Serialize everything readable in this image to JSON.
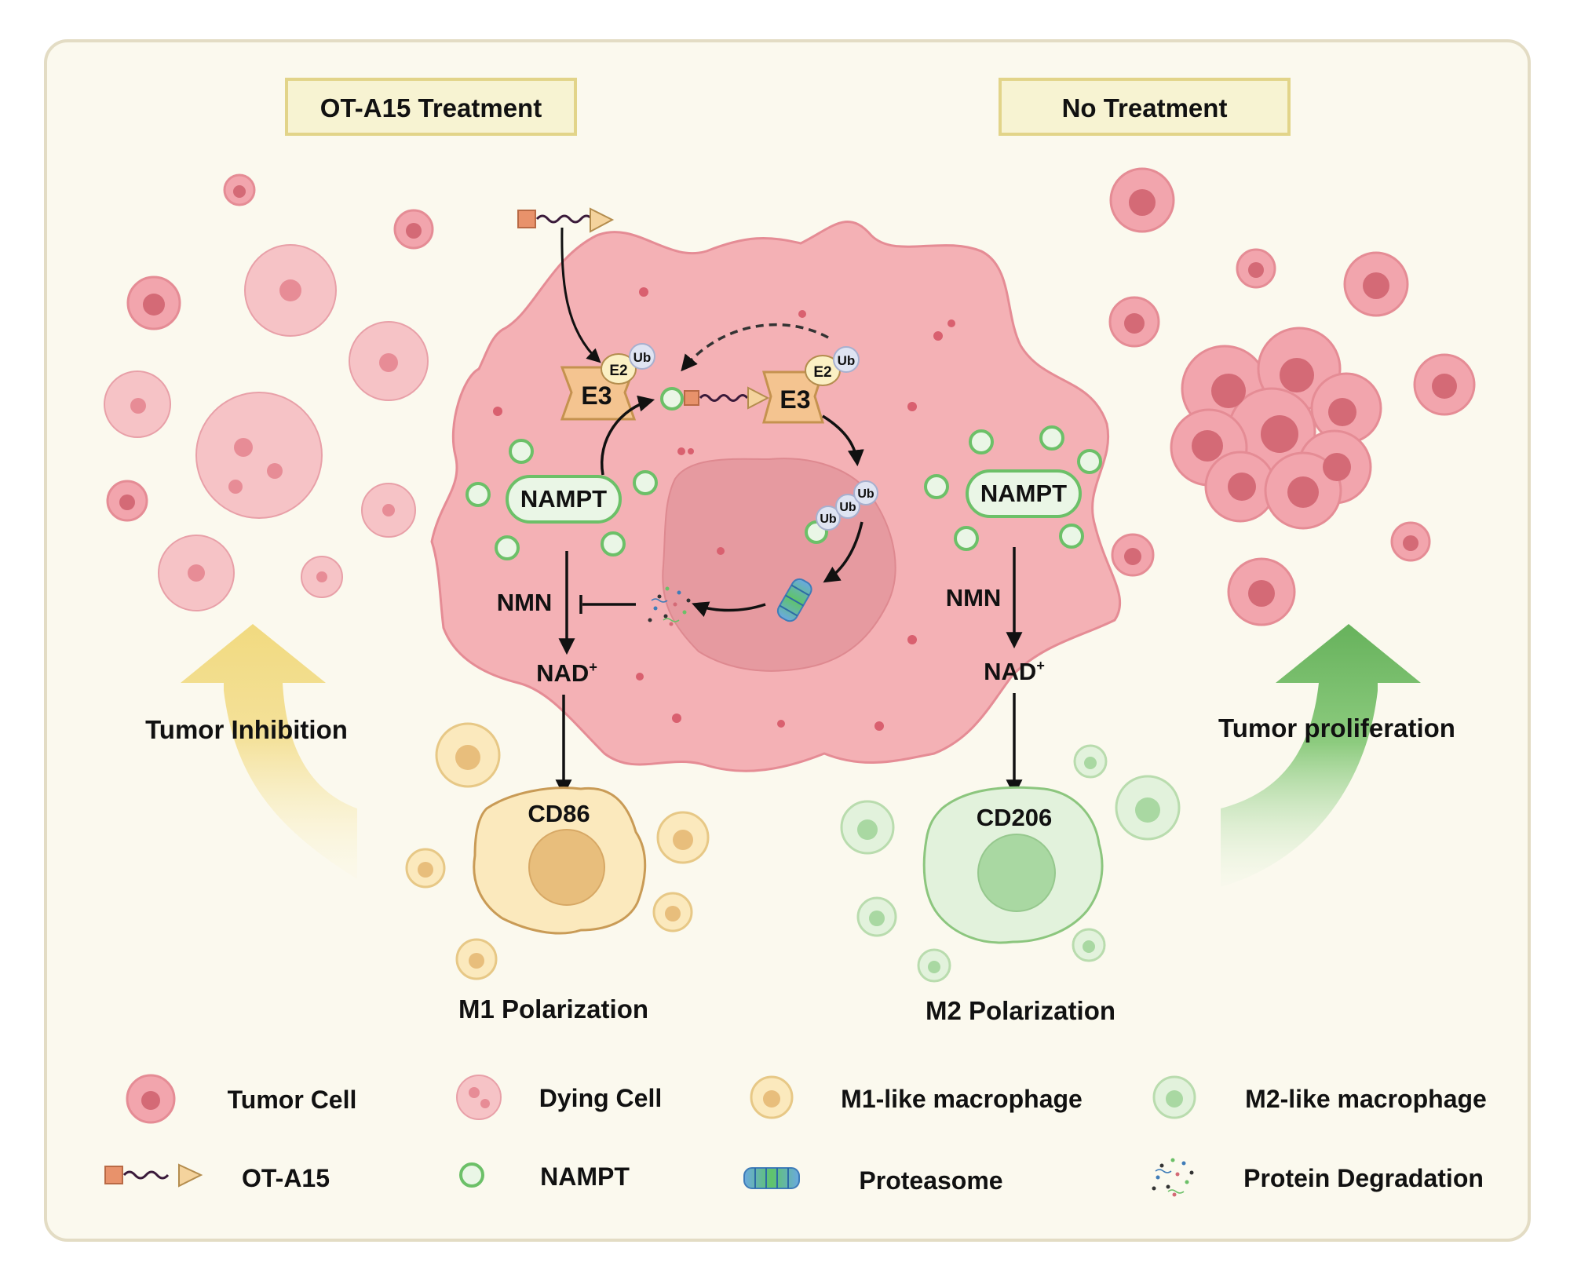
{
  "panels": {
    "left_title": "OT-A15 Treatment",
    "right_title": "No Treatment"
  },
  "left": {
    "nampt": "NAMPT",
    "nmn": "NMN",
    "nad": "NAD",
    "nad_sup": "+",
    "e3": "E3",
    "e2": "E2",
    "ub": "Ub",
    "cd": "CD86",
    "polarization": "M1 Polarization",
    "outcome": "Tumor Inhibition"
  },
  "center": {
    "e3": "E3",
    "e2": "E2",
    "ub": "Ub"
  },
  "right": {
    "nampt": "NAMPT",
    "nmn": "NMN",
    "nad": "NAD",
    "nad_sup": "+",
    "cd": "CD206",
    "polarization": "M2 Polarization",
    "outcome": "Tumor proliferation"
  },
  "legend": {
    "tumor_cell": "Tumor Cell",
    "dying_cell": "Dying Cell",
    "m1": "M1-like macrophage",
    "m2": "M2-like macrophage",
    "ot_a15": "OT-A15",
    "nampt": "NAMPT",
    "proteasome": "Proteasome",
    "degradation": "Protein Degradation"
  },
  "colors": {
    "background": "#fbf9ee",
    "border": "#e3dcc4",
    "label_box": "#f7f3d2",
    "label_border": "#e2d489",
    "tumor_fill": "#f2a5ad",
    "tumor_core": "#d46a76",
    "big_cell": "#f4b1b5",
    "nucleus": "#e79a9f",
    "nampt_green": "#6cc068",
    "m1_fill": "#fbe9bd",
    "m1_core": "#e8be7c",
    "m2_fill": "#e2f2dc",
    "m2_core": "#a9d8a2",
    "e3_fill": "#f4c490",
    "arrow_yellow": "#f4e08c",
    "arrow_green": "#6db665"
  },
  "icons": [
    "tumor-cell-icon",
    "dying-cell-icon",
    "m1-macrophage-icon",
    "m2-macrophage-icon",
    "ot-a15-icon",
    "nampt-icon",
    "proteasome-icon",
    "protein-degradation-icon"
  ]
}
